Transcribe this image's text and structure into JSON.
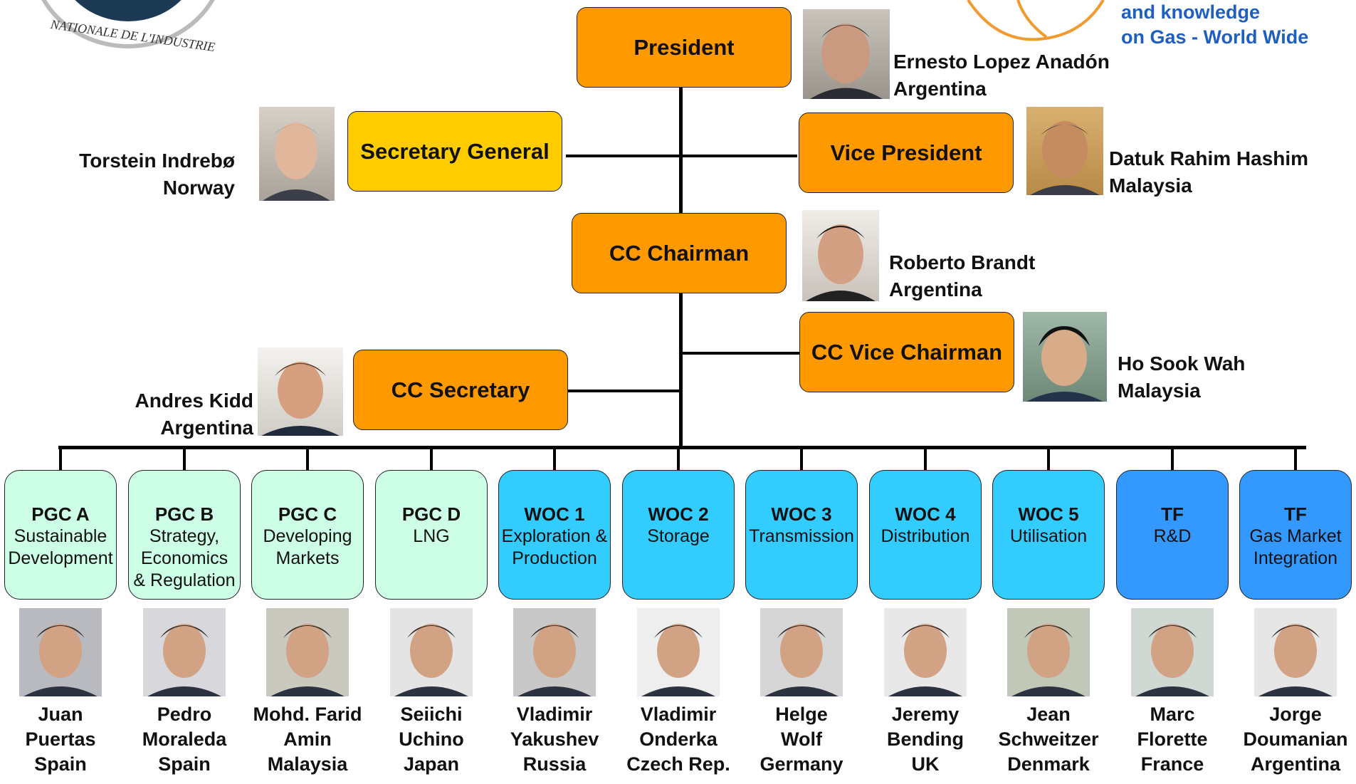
{
  "header": {
    "logo_right_line1": "and knowledge",
    "logo_right_line2": "on Gas - World Wide",
    "logo_left_text": "NATIONALE DE L'INDUSTRIE"
  },
  "officers": {
    "president": {
      "title": "President",
      "name": "Ernesto Lopez Anadón",
      "country": "Argentina"
    },
    "secretary_general": {
      "title": "Secretary General",
      "name": "Torstein Indrebø",
      "country": "Norway"
    },
    "vice_president": {
      "title": "Vice President",
      "name": "Datuk Rahim Hashim",
      "country": "Malaysia"
    },
    "cc_chairman": {
      "title": "CC Chairman",
      "name": "Roberto Brandt",
      "country": "Argentina"
    },
    "cc_vice_chairman": {
      "title": "CC Vice Chairman",
      "name": "Ho Sook Wah",
      "country": "Malaysia"
    },
    "cc_secretary": {
      "title": "CC Secretary",
      "name": "Andres Kidd",
      "country": "Argentina"
    }
  },
  "committees": [
    {
      "code": "PGC A",
      "desc": [
        "Sustainable",
        "Development"
      ],
      "type": "pgc",
      "member": [
        "Juan",
        "Puertas",
        "Spain"
      ]
    },
    {
      "code": "PGC B",
      "desc": [
        "Strategy,",
        "Economics",
        "& Regulation"
      ],
      "type": "pgc",
      "member": [
        "Pedro",
        "Moraleda",
        "Spain"
      ]
    },
    {
      "code": "PGC C",
      "desc": [
        "Developing",
        "Markets"
      ],
      "type": "pgc",
      "member": [
        "Mohd. Farid",
        "Amin",
        "Malaysia"
      ]
    },
    {
      "code": "PGC D",
      "desc": [
        "LNG"
      ],
      "type": "pgc",
      "member": [
        "Seiichi",
        "Uchino",
        "Japan"
      ]
    },
    {
      "code": "WOC 1",
      "desc": [
        "Exploration &",
        "Production"
      ],
      "type": "woc",
      "member": [
        "Vladimir",
        "Yakushev",
        "Russia"
      ]
    },
    {
      "code": "WOC 2",
      "desc": [
        "Storage"
      ],
      "type": "woc",
      "member": [
        "Vladimir",
        "Onderka",
        "Czech Rep."
      ]
    },
    {
      "code": "WOC 3",
      "desc": [
        "Transmission"
      ],
      "type": "woc",
      "member": [
        "Helge",
        "Wolf",
        "Germany"
      ]
    },
    {
      "code": "WOC 4",
      "desc": [
        "Distribution"
      ],
      "type": "woc",
      "member": [
        "Jeremy",
        "Bending",
        "UK"
      ]
    },
    {
      "code": "WOC 5",
      "desc": [
        "Utilisation"
      ],
      "type": "woc",
      "member": [
        "Jean",
        "Schweitzer",
        "Denmark"
      ]
    },
    {
      "code": "TF",
      "desc": [
        "R&D"
      ],
      "type": "tf",
      "member": [
        "Marc",
        "Florette",
        "France"
      ]
    },
    {
      "code": "TF",
      "desc": [
        "Gas Market",
        "Integration"
      ],
      "type": "tf",
      "member": [
        "Jorge",
        "Doumanian",
        "Argentina"
      ]
    }
  ]
}
